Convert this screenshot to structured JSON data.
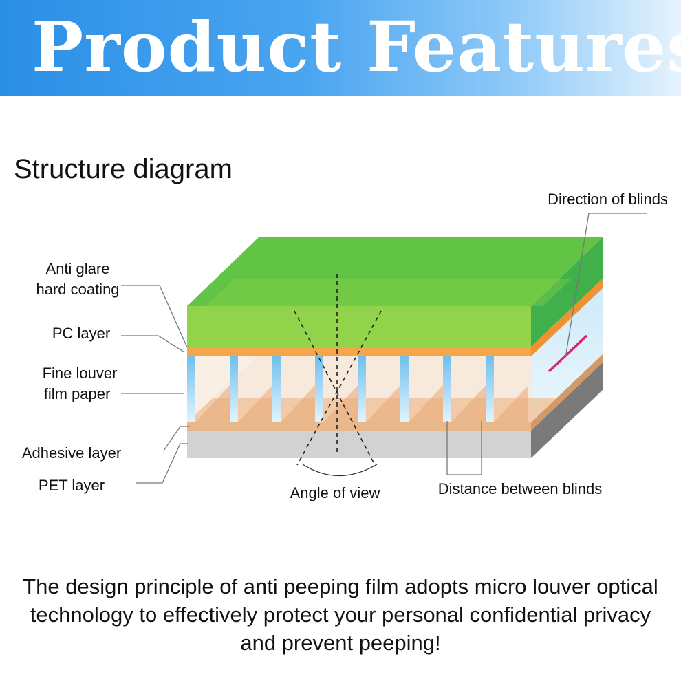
{
  "banner": {
    "title": "Product Features",
    "color_start": "#2b8fe6",
    "color_end": "#e6f3fd"
  },
  "section": {
    "title": "Structure diagram"
  },
  "diagram": {
    "labels": {
      "anti_glare": [
        "Anti glare",
        "hard coating"
      ],
      "pc_layer": "PC layer",
      "fine_louver": [
        "Fine louver",
        "film paper"
      ],
      "adhesive_layer": "Adhesive layer",
      "pet_layer": "PET layer",
      "direction_of_blinds": "Direction of blinds",
      "angle_of_view": "Angle of view",
      "distance_between_blinds": "Distance between blinds"
    },
    "colors": {
      "coating": "#5cc644",
      "pc_layer": "#f5a54a",
      "louver": "#a9d9f5",
      "adhesive": "#e9b88a",
      "pet": "#cfcfcf",
      "direction_marker": "#d6246e"
    }
  },
  "caption": "The design principle of anti peeping film adopts micro louver optical technology to effectively protect your personal confidential privacy and prevent peeping!"
}
